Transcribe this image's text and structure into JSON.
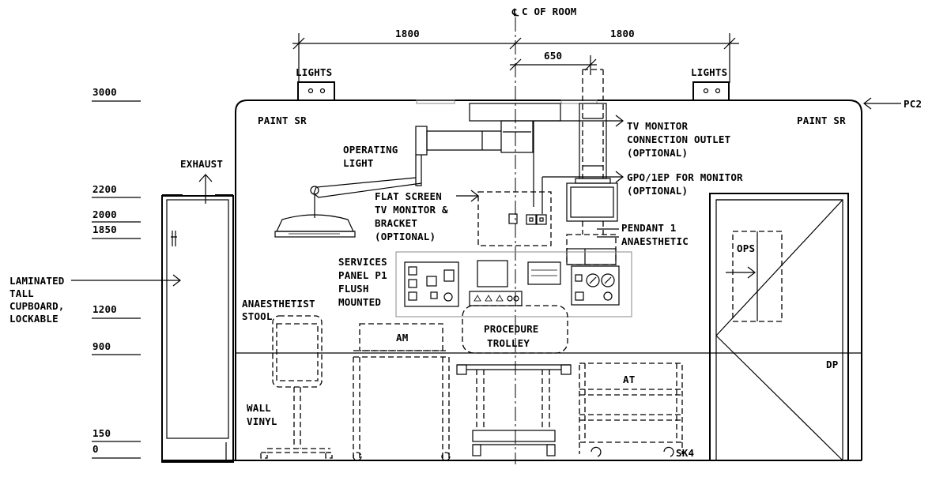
{
  "title_centreline": "C OF ROOM",
  "dimensions": {
    "left_span": "1800",
    "right_span": "1800",
    "offset": "650"
  },
  "level_marks": [
    "3000",
    "2200",
    "2000",
    "1850",
    "1200",
    "900",
    "150",
    "0"
  ],
  "labels": {
    "lights_left": "LIGHTS",
    "lights_right": "LIGHTS",
    "paint_left": "PAINT SR",
    "paint_right": "PAINT SR",
    "pc2": "PC2",
    "exhaust": "EXHAUST",
    "operating_light": [
      "OPERATING",
      "LIGHT"
    ],
    "tv_outlet": [
      "TV MONITOR",
      "CONNECTION OUTLET",
      "(OPTIONAL)"
    ],
    "gpo": [
      "GPO/1EP FOR MONITOR",
      "(OPTIONAL)"
    ],
    "flat_screen": [
      "FLAT SCREEN",
      "TV MONITOR &",
      "BRACKET",
      "(OPTIONAL)"
    ],
    "pendant": [
      "PENDANT 1",
      "ANAESTHETIC"
    ],
    "services_panel": [
      "SERVICES",
      "PANEL P1",
      "FLUSH",
      "MOUNTED"
    ],
    "cupboard": [
      "LAMINATED",
      "TALL",
      "CUPBOARD,",
      "LOCKABLE"
    ],
    "stool": [
      "ANAESTHETIST",
      "STOOL"
    ],
    "wall_vinyl": [
      "WALL",
      "VINYL"
    ],
    "am": "AM",
    "trolley": [
      "PROCEDURE",
      "TROLLEY"
    ],
    "at": "AT",
    "ops": "OPS",
    "dp": "DP",
    "sk4": "SK4"
  }
}
